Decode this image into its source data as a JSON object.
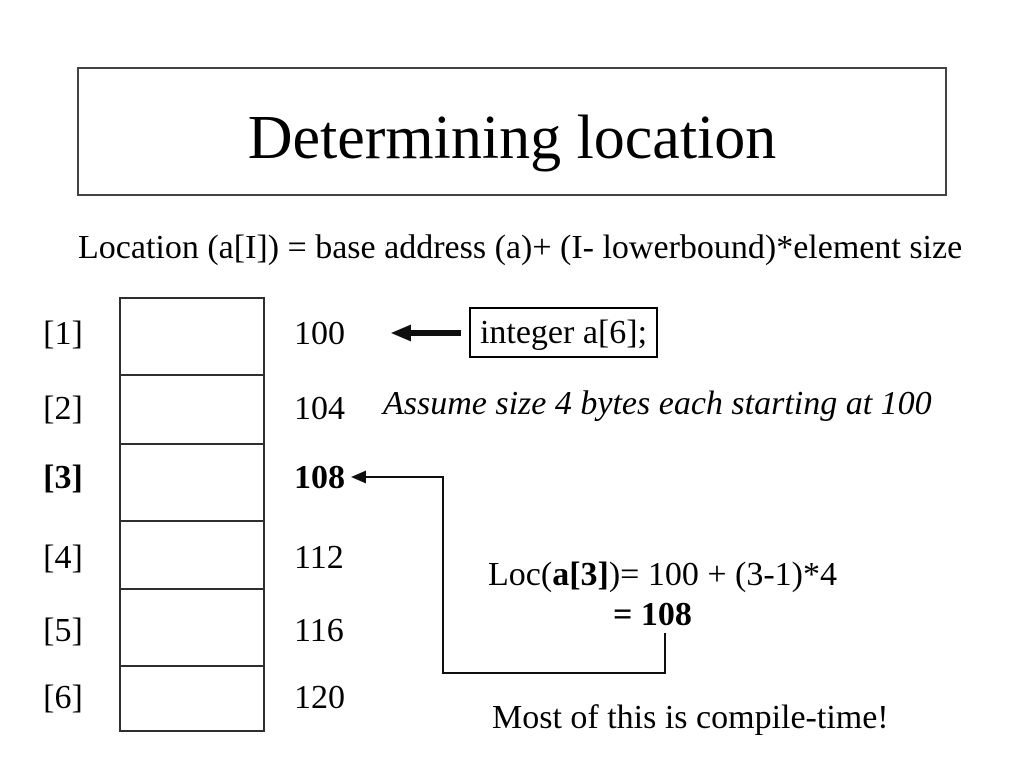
{
  "slide": {
    "title": "Determining location",
    "formula": "Location (a[I]) = base address (a)+ (I- lowerbound)*element size",
    "array": {
      "indices": [
        "[1]",
        "[2]",
        "[3]",
        "[4]",
        "[5]",
        "[6]"
      ],
      "addresses": [
        "100",
        "104",
        "108",
        "112",
        "116",
        "120"
      ],
      "highlighted_index": "[3]",
      "highlighted_address": "108",
      "cell_count": 6
    },
    "declaration": "integer a[6];",
    "assumption": "Assume size 4 bytes each starting at 100",
    "loc_calc": {
      "prefix": "Loc(",
      "bold_arg": "a[3]",
      "suffix": ")= 100 + (3-1)*4",
      "result": "= 108"
    },
    "footer": "Most of this is compile-time!"
  },
  "colors": {
    "background": "#ffffff",
    "text": "#000000",
    "title_border": "#424242",
    "diagram_line": "#2e2e2e",
    "arrow": "#0f0f0f"
  }
}
